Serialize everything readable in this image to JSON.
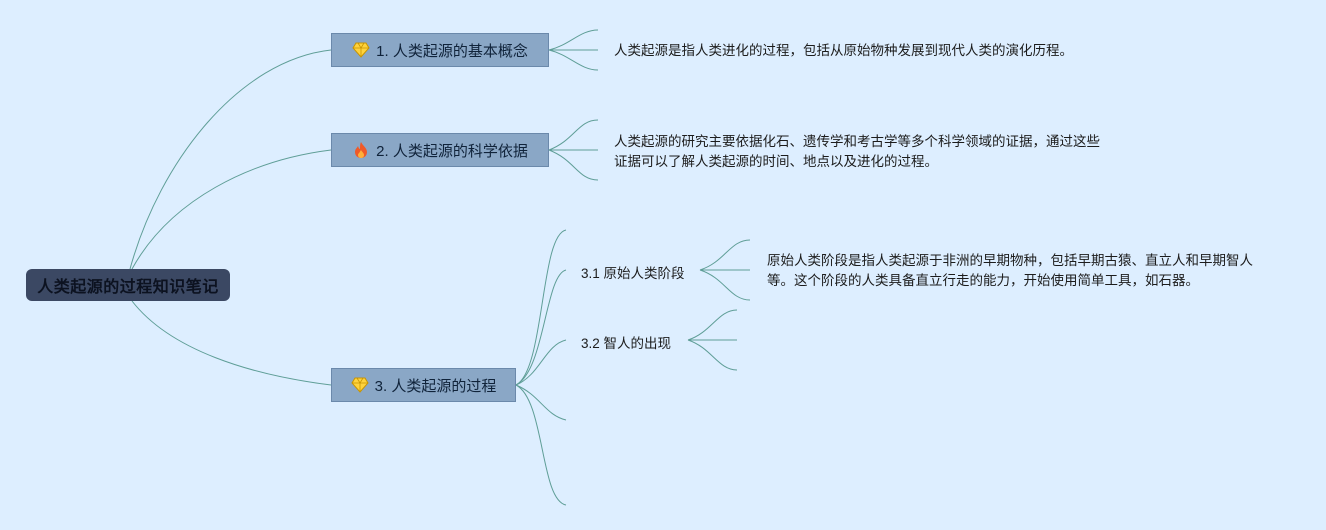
{
  "root": {
    "label": "人类起源的过程知识笔记"
  },
  "topics": [
    {
      "icon": "diamond-icon",
      "label": "1. 人类起源的基本概念",
      "note": "人类起源是指人类进化的过程，包括从原始物种发展到现代人类的演化历程。"
    },
    {
      "icon": "fire-icon",
      "label": "2. 人类起源的科学依据",
      "note": "人类起源的研究主要依据化石、遗传学和考古学等多个科学领域的证据，通过这些证据可以了解人类起源的时间、地点以及进化的过程。"
    },
    {
      "icon": "diamond-icon",
      "label": "3. 人类起源的过程",
      "subtopics": [
        {
          "label": "3.1 原始人类阶段",
          "note": "原始人类阶段是指人类起源于非洲的早期物种，包括早期古猿、直立人和早期智人等。这个阶段的人类具备直立行走的能力，开始使用简单工具，如石器。"
        },
        {
          "label": "3.2 智人的出现",
          "note": ""
        }
      ]
    }
  ],
  "colors": {
    "background": "#ddeeff",
    "root": "#3b4863",
    "topic": "#8aa7c6",
    "link": "#5f9e97"
  }
}
